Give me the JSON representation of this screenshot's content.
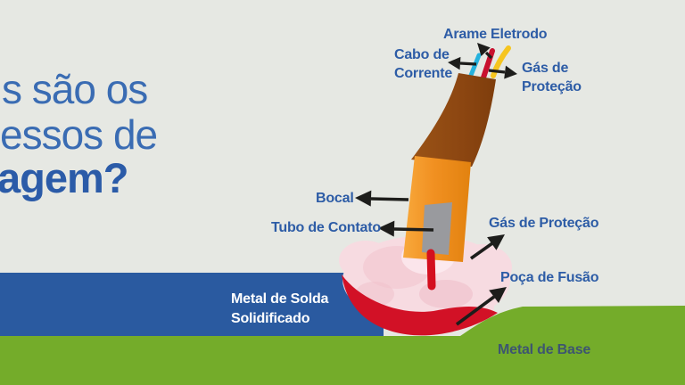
{
  "title": {
    "line1": "s são os",
    "line2": "essos de",
    "line3": "agem?"
  },
  "diagram": {
    "labels": {
      "arame_eletrodo": "Arame Eletrodo",
      "cabo_de_corrente": [
        "Cabo de",
        "Corrente"
      ],
      "gas_de_protecao_top": [
        "Gás de",
        "Proteção"
      ],
      "bocal": "Bocal",
      "tubo_de_contato": "Tubo de Contato",
      "gas_de_protecao_bottom": "Gás de Proteção",
      "poca_de_fusao": "Poça de Fusão",
      "metal_de_solda": [
        "Metal de Solda",
        "Solidificado"
      ],
      "metal_de_base": "Metal de Base"
    }
  },
  "colors": {
    "background": "#e6e8e3",
    "label_blue": "#2d5ca6",
    "title_blue": "#3a6cb3",
    "title_blue_bold": "#2b5ba8",
    "weld_bead_blue": "#2a5aa0",
    "base_metal_green": "#74ac2a",
    "weld_pool_red": "#d21126",
    "shield_gas_pink": "#f7dbe1",
    "torch_cable_brown": "#8c4611",
    "nozzle_orange": "#f19021",
    "contact_tube_gray": "#999a9e",
    "wire_cyan": "#25b2de",
    "wire_red": "#c8102e",
    "wire_yellow": "#f6c51f",
    "arrow_black": "#1d1d1b",
    "metal_base_text": "#3d5570",
    "metal_solda_text": "#ffffff"
  }
}
